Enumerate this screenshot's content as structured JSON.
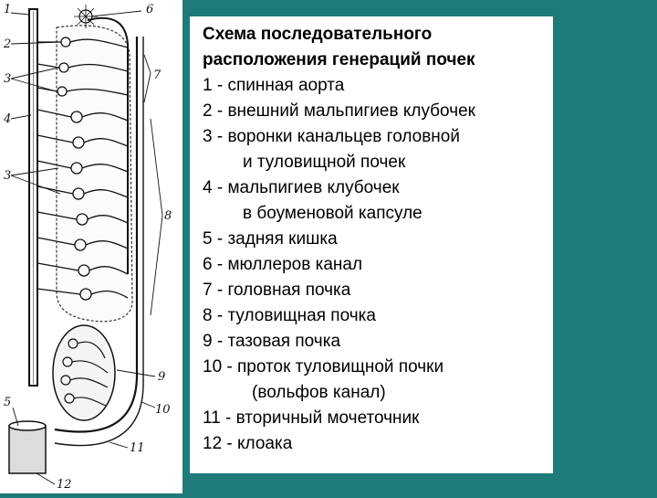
{
  "diagram": {
    "callouts": [
      "1",
      "2",
      "3",
      "3",
      "4",
      "5",
      "6",
      "7",
      "8",
      "9",
      "10",
      "11",
      "12"
    ]
  },
  "legend": {
    "title_line1": "Схема последовательного",
    "title_line2": "расположения генераций почек",
    "items": [
      {
        "line": "1 - спинная аорта"
      },
      {
        "line": "2 - внешний мальпигиев клубочек"
      },
      {
        "line": "3 - воронки канальцев головной",
        "cont": "и туловищной почек"
      },
      {
        "line": "4 - мальпигиев клубочек",
        "cont": "в боуменовой капсуле"
      },
      {
        "line": "5 - задняя кишка"
      },
      {
        "line": "6 - мюллеров канал"
      },
      {
        "line": "7 - головная почка"
      },
      {
        "line": "8 - туловищная почка"
      },
      {
        "line": "9 - тазовая почка"
      },
      {
        "line": "10 - проток туловищной почки",
        "cont": "(вольфов канал)"
      },
      {
        "line": "11 - вторичный мочеточник"
      },
      {
        "line": "12 - клоака"
      }
    ]
  },
  "colors": {
    "background": "#1f7a7a",
    "panel": "#ffffff",
    "ink": "#111111"
  }
}
